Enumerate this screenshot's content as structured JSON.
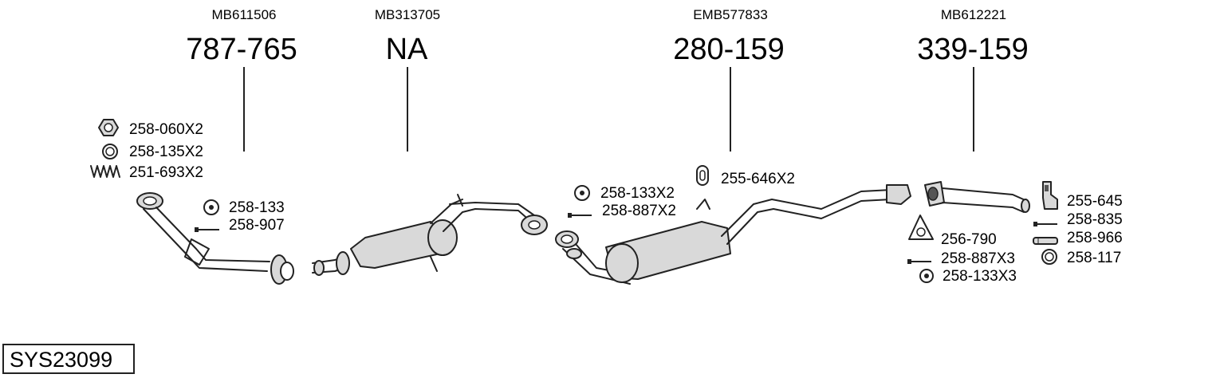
{
  "system_code": "SYS23099",
  "sections": [
    {
      "oem": "MB611506",
      "part_number": "787-765"
    },
    {
      "oem": "MB313705",
      "part_number": "NA"
    },
    {
      "oem": "EMB577833",
      "part_number": "280-159"
    },
    {
      "oem": "MB612221",
      "part_number": "339-159"
    }
  ],
  "accessories": [
    {
      "label": "258-060X2",
      "icon": "nut-icon"
    },
    {
      "label": "258-135X2",
      "icon": "ring-icon"
    },
    {
      "label": "251-693X2",
      "icon": "spring-icon"
    },
    {
      "label": "258-133",
      "icon": "washer-icon"
    },
    {
      "label": "258-907",
      "icon": "bolt-icon"
    },
    {
      "label": "258-133X2",
      "icon": "washer-icon"
    },
    {
      "label": "258-887X2",
      "icon": "bolt-icon"
    },
    {
      "label": "255-646X2",
      "icon": "rubber-mount-icon"
    },
    {
      "label": "255-645",
      "icon": "bracket-icon"
    },
    {
      "label": "258-835",
      "icon": "bolt-icon"
    },
    {
      "label": "258-966",
      "icon": "sleeve-icon"
    },
    {
      "label": "258-117",
      "icon": "ring-icon"
    },
    {
      "label": "256-790",
      "icon": "gasket-icon"
    },
    {
      "label": "258-887X3",
      "icon": "bolt-icon"
    },
    {
      "label": "258-133X3",
      "icon": "washer-icon"
    }
  ]
}
